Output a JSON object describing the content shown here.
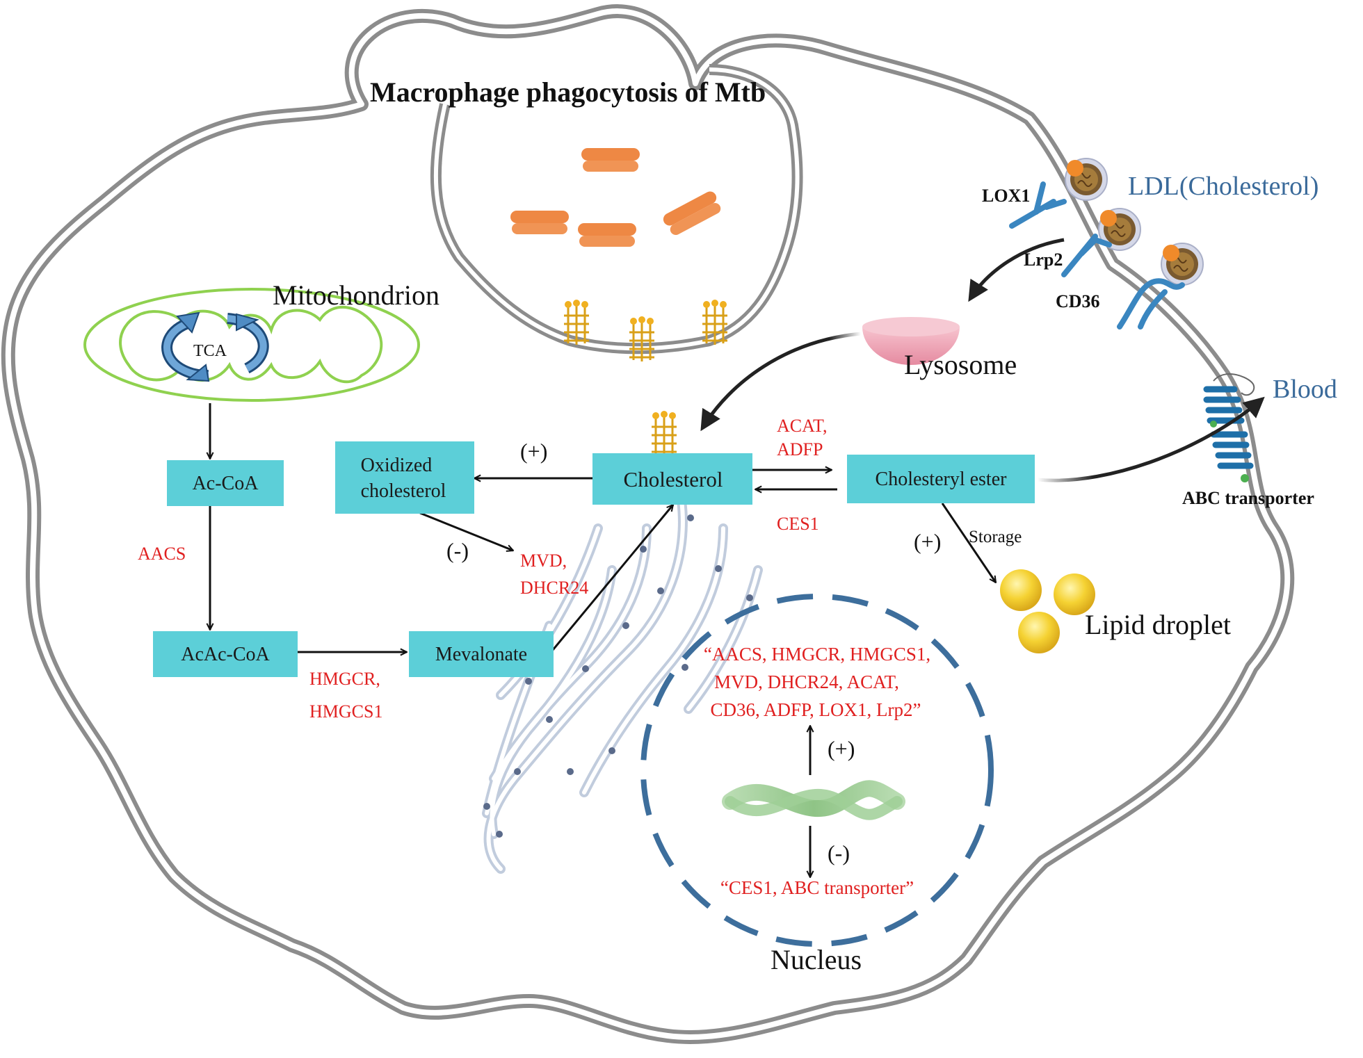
{
  "title": "Macrophage phagocytosis of Mtb",
  "organelles": {
    "mitochondrion": "Mitochondrion",
    "tca": "TCA",
    "lysosome": "Lysosome",
    "lipid_droplet": "Lipid droplet",
    "nucleus": "Nucleus",
    "blood": "Blood",
    "ldl": "LDL(Cholesterol)"
  },
  "receptors": {
    "lox1": "LOX1",
    "lrp2": "Lrp2",
    "cd36": "CD36",
    "abc": "ABC transporter"
  },
  "boxes": {
    "accoa": "Ac-CoA",
    "acaccoa": "AcAc-CoA",
    "mevalonate": "Mevalonate",
    "oxidized_line1": "Oxidized",
    "oxidized_line2": "cholesterol",
    "cholesterol": "Cholesterol",
    "cholesteryl_ester": "Cholesteryl ester"
  },
  "enzymes": {
    "aacs": "AACS",
    "hmgcr": "HMGCR,",
    "hmgcs1": "HMGCS1",
    "mvd": "MVD,",
    "dhcr24": "DHCR24",
    "acat": "ACAT,",
    "adfp": "ADFP",
    "ces1": "CES1"
  },
  "signs": {
    "oxidation": "(+)",
    "feedback": "(-)",
    "storage_sign": "(+)",
    "storage_label": "Storage",
    "up": "(+)",
    "down": "(-)"
  },
  "nucleus_genes": {
    "up_line1": "“AACS, HMGCR, HMGCS1,",
    "up_line2": "MVD, DHCR24, ACAT,",
    "up_line3": "CD36, ADFP, LOX1, Lrp2”",
    "down_line1": "“CES1, ABC transporter”"
  },
  "colors": {
    "box_fill": "#5ccfd8",
    "enzyme_text": "#e02020",
    "membrane": "#8c8c8c",
    "mitochondrion": "#8fd14f",
    "nucleus_border": "#3d6e9c",
    "bacteria": "#ee8844",
    "lipid_droplet": "#f2cc2a",
    "lysosome": "#f0a8b8",
    "receptor": "#3a86c0",
    "label_blue": "#3a6a9a"
  }
}
